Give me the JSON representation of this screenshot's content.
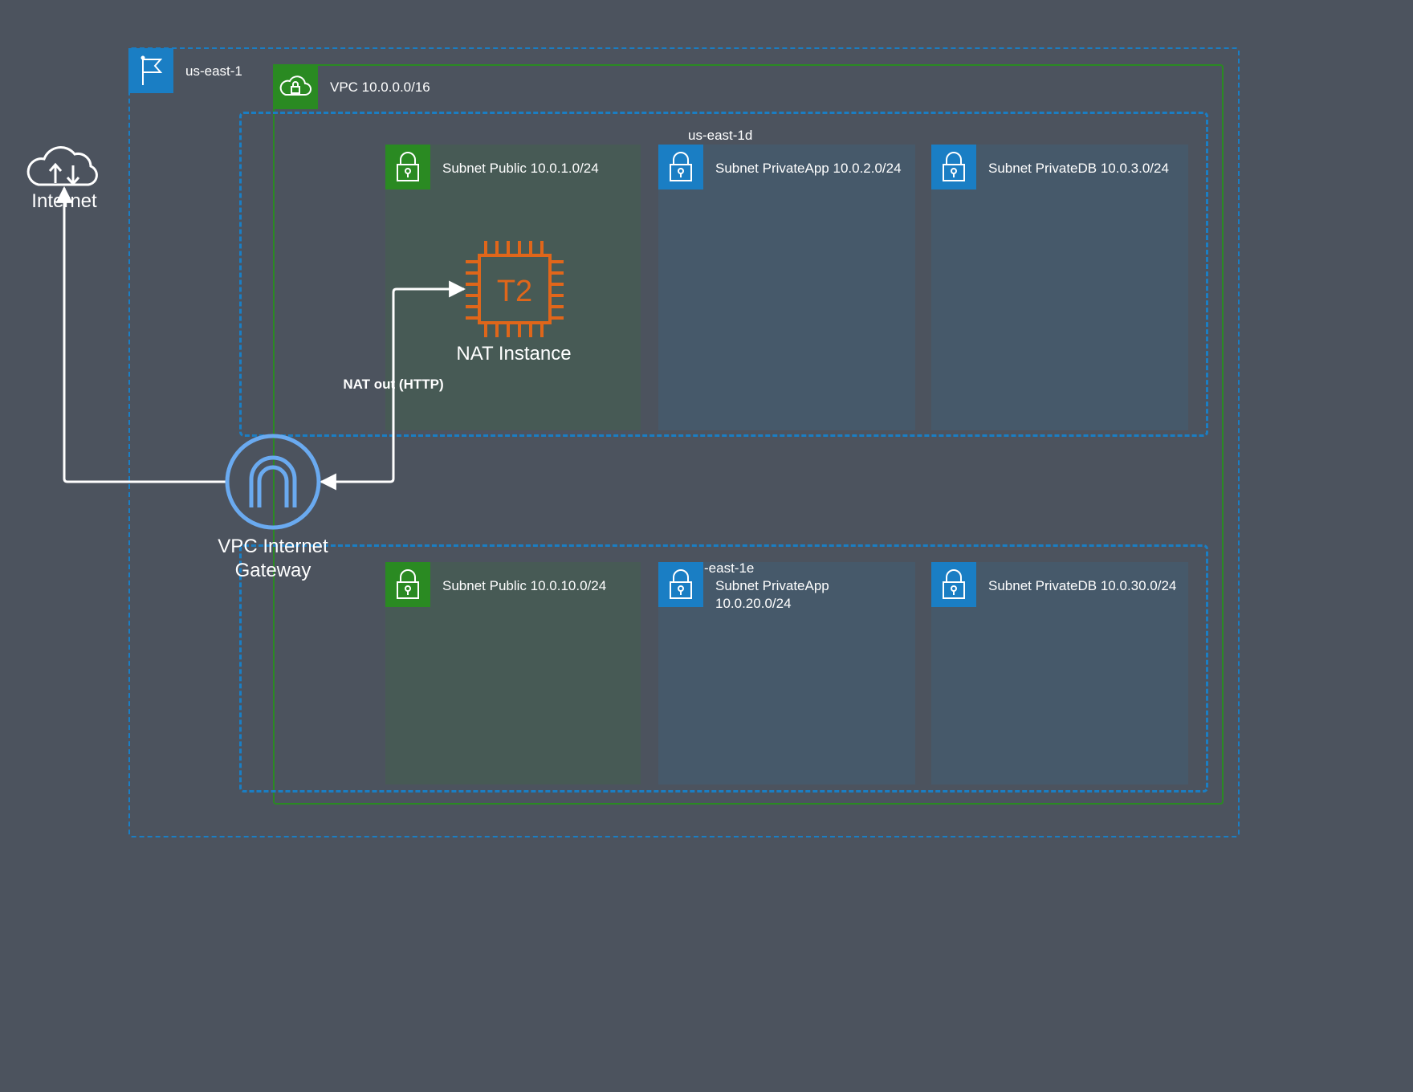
{
  "region": {
    "label": "us-east-1",
    "icon": "flag-icon",
    "color": "#1a7ec4"
  },
  "vpc": {
    "label": "VPC 10.0.0.0/16",
    "icon": "cloud-lock-icon",
    "color": "#2a8a22"
  },
  "az_top": {
    "label": "us-east-1d"
  },
  "az_bottom": {
    "label": "-east-1e"
  },
  "subnets": {
    "top_public": {
      "label": "Subnet Public 10.0.1.0/24"
    },
    "top_app": {
      "label": "Subnet PrivateApp 10.0.2.0/24"
    },
    "top_db": {
      "label": "Subnet PrivateDB 10.0.3.0/24"
    },
    "bottom_public": {
      "label": "Subnet Public 10.0.10.0/24"
    },
    "bottom_app": {
      "label": "Subnet PrivateApp 10.0.20.0/24"
    },
    "bottom_db": {
      "label": "Subnet PrivateDB 10.0.30.0/24"
    }
  },
  "internet": {
    "label": "Internet",
    "icon": "internet-cloud-icon"
  },
  "gateway": {
    "label": "VPC Internet Gateway",
    "icon": "internet-gateway-icon",
    "color": "#6aaaf0"
  },
  "nat": {
    "label": "NAT Instance",
    "chip_text": "T2",
    "icon": "ec2-t2-chip-icon",
    "color": "#e0661a"
  },
  "edges": {
    "nat_out_label": "NAT out (HTTP)"
  }
}
